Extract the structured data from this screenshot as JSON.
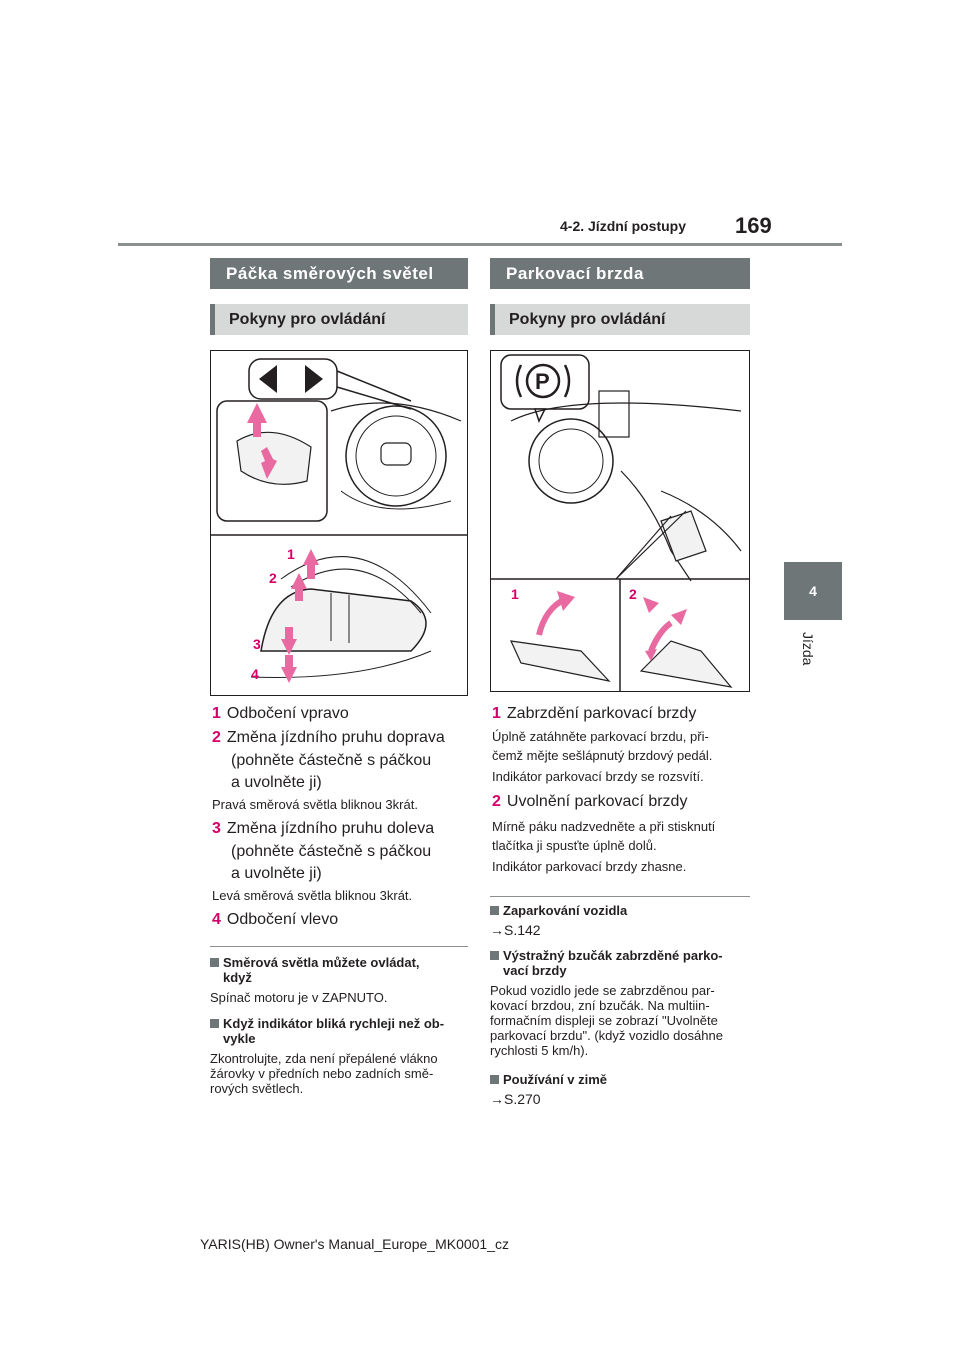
{
  "header": {
    "section": "4-2. Jízdní postupy",
    "page_number": "169"
  },
  "side_tab": {
    "number": "4",
    "label": "Jízda"
  },
  "left": {
    "section_title": "Páčka směrových světel",
    "sub_title": "Pokyny pro ovládání",
    "figure_labels": [
      "1",
      "2",
      "3",
      "4"
    ],
    "items": [
      {
        "num": "1",
        "text": "Odbočení vpravo"
      },
      {
        "num": "2",
        "text": "Změna jízdního pruhu doprava (pohněte částečně s páčkou a uvolněte ji)",
        "line1": "Změna jízdního pruhu doprava",
        "line2": "(pohněte částečně s páčkou",
        "line3": "a uvolněte ji)",
        "note": "Pravá směrová světla bliknou 3krát."
      },
      {
        "num": "3",
        "line1": "Změna jízdního pruhu doleva",
        "line2": "(pohněte částečně s páčkou",
        "line3": "a uvolněte ji)",
        "note": "Levá směrová světla bliknou 3krát."
      },
      {
        "num": "4",
        "text": "Odbočení vlevo"
      }
    ],
    "notes": [
      {
        "head1": "Směrová světla můžete ovládat,",
        "head2": "když",
        "body": [
          "Spínač motoru je v ZAPNUTO."
        ]
      },
      {
        "head1": "Když indikátor bliká rychleji než ob-",
        "head2": "vykle",
        "body": [
          "Zkontrolujte, zda není přepálené vlákno",
          "žárovky v předních nebo zadních smě-",
          "rových světlech."
        ]
      }
    ]
  },
  "right": {
    "section_title": "Parkovací brzda",
    "sub_title": "Pokyny pro ovládání",
    "figure_labels": [
      "1",
      "2"
    ],
    "p_symbol": "P",
    "items": [
      {
        "num": "1",
        "text": "Zabrzdění parkovací brzdy",
        "notes": [
          "Úplně zatáhněte parkovací brzdu, při-",
          "čemž mějte sešlápnutý brzdový pedál.",
          "Indikátor parkovací brzdy se rozsvítí."
        ]
      },
      {
        "num": "2",
        "text": "Uvolnění parkovací brzdy",
        "notes": [
          "Mírně páku nadzvedněte a při stisknutí",
          "tlačítka ji spusťte úplně dolů.",
          "Indikátor parkovací brzdy zhasne."
        ]
      }
    ],
    "notes": [
      {
        "head1": "Zaparkování vozidla",
        "ref": "→S.142"
      },
      {
        "head1": "Výstražný bzučák zabrzděné parko-",
        "head2": "vací brzdy",
        "body": [
          "Pokud vozidlo jede se zabrzděnou par-",
          "kovací brzdou, zní bzučák. Na multiin-",
          "formačním displeji se zobrazí \"Uvolněte",
          "parkovací brzdu\". (když vozidlo dosáhne",
          "rychlosti 5 km/h)."
        ]
      },
      {
        "head1": "Používání v zimě",
        "ref": "→S.270"
      }
    ]
  },
  "footer": {
    "text": "YARIS(HB) Owner's Manual_Europe_MK0001_cz"
  }
}
